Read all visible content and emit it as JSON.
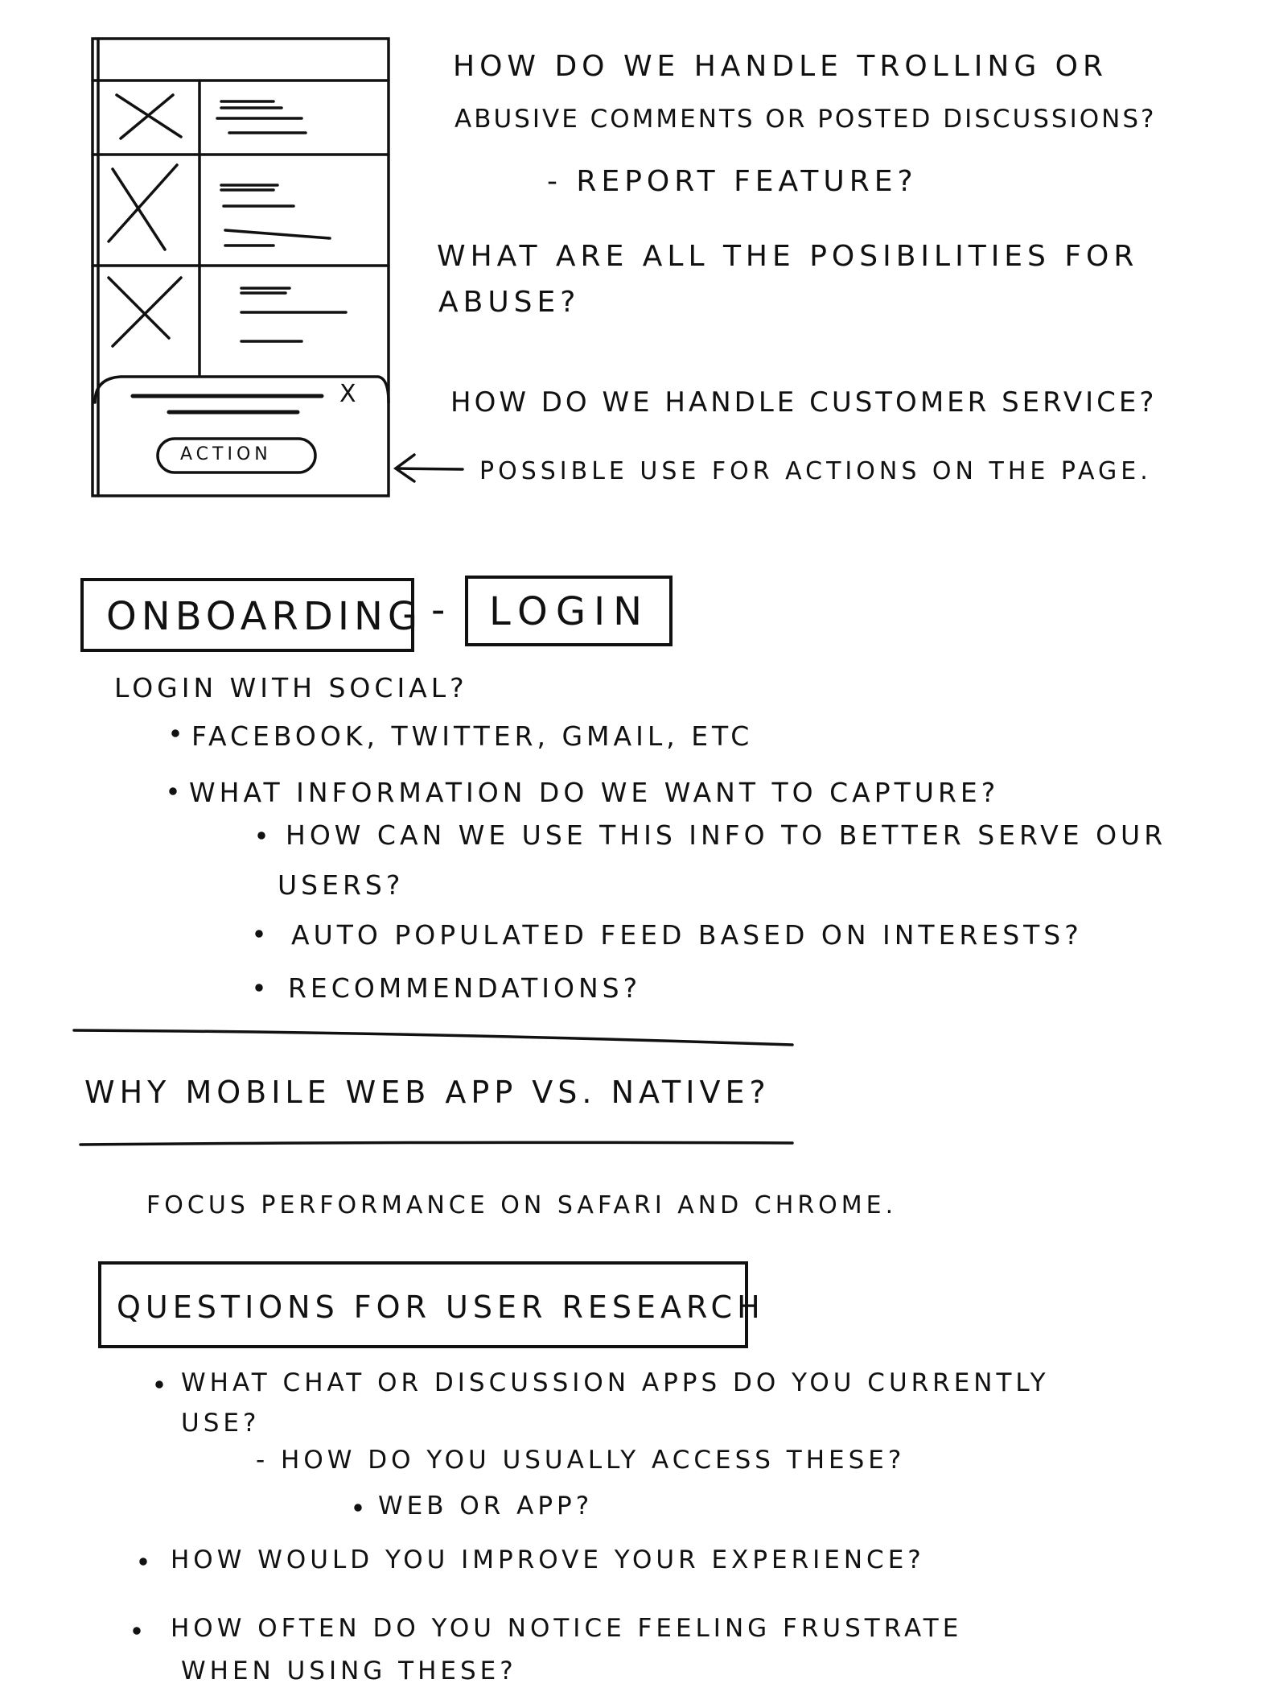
{
  "wireframe": {
    "action_label": "ACTION",
    "close_label": "X"
  },
  "top_notes": {
    "trolling_line1": "HOW DO WE HANDLE TROLLING OR",
    "trolling_line2": "ABUSIVE COMMENTS OR POSTED DISCUSSIONS?",
    "report_feature": "- REPORT FEATURE?",
    "abuse_line1": "WHAT ARE ALL THE POSIBILITIES FOR",
    "abuse_line2": "ABUSE?",
    "customer_service": "HOW DO WE HANDLE CUSTOMER SERVICE?",
    "possible_use": "POSSIBLE USE FOR ACTIONS ON THE PAGE."
  },
  "onboarding": {
    "heading_onboarding": "ONBOARDING",
    "heading_dash": "-",
    "heading_login": "LOGIN",
    "login_social": "LOGIN WITH SOCIAL?",
    "bullets": [
      "FACEBOOK, TWITTER, GMAIL, ETC",
      "WHAT INFORMATION DO WE WANT TO CAPTURE?"
    ],
    "sub_bullets": [
      "HOW CAN WE USE THIS INFO TO BETTER SERVE OUR",
      "USERS?",
      "AUTO POPULATED FEED BASED ON INTERESTS?",
      "RECOMMENDATIONS?"
    ]
  },
  "mobile": {
    "heading": "WHY MOBILE WEB APP VS. NATIVE?",
    "focus": "FOCUS PERFORMANCE ON SAFARI AND CHROME."
  },
  "research": {
    "heading": "QUESTIONS FOR USER RESEARCH",
    "q1_line1": "WHAT CHAT OR DISCUSSION APPS DO YOU CURRENTLY",
    "q1_line2": "USE?",
    "q1_sub": "- HOW DO YOU USUALLY ACCESS THESE?",
    "q1_subsub": "WEB OR APP?",
    "q2": "HOW WOULD YOU IMPROVE YOUR EXPERIENCE?",
    "q3_line1": "HOW OFTEN DO YOU NOTICE FEELING FRUSTRATE",
    "q3_line2": "WHEN USING THESE?"
  }
}
